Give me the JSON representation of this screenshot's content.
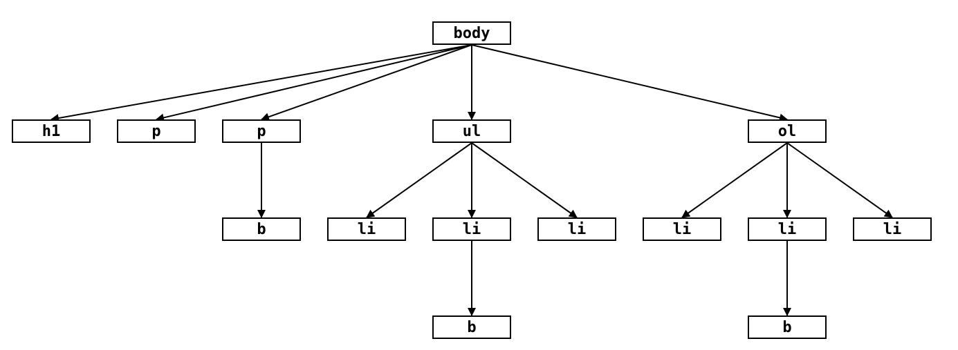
{
  "nodes": {
    "body": "body",
    "h1": "h1",
    "p1": "p",
    "p2": "p",
    "ul": "ul",
    "ol": "ol",
    "p2_b": "b",
    "ul_li1": "li",
    "ul_li2": "li",
    "ul_li3": "li",
    "ol_li1": "li",
    "ol_li2": "li",
    "ol_li3": "li",
    "ul_li2_b": "b",
    "ol_li2_b": "b"
  },
  "edges": [
    [
      "body",
      "h1"
    ],
    [
      "body",
      "p1"
    ],
    [
      "body",
      "p2"
    ],
    [
      "body",
      "ul"
    ],
    [
      "body",
      "ol"
    ],
    [
      "p2",
      "p2_b"
    ],
    [
      "ul",
      "ul_li1"
    ],
    [
      "ul",
      "ul_li2"
    ],
    [
      "ul",
      "ul_li3"
    ],
    [
      "ul_li2",
      "ul_li2_b"
    ],
    [
      "ol",
      "ol_li1"
    ],
    [
      "ol",
      "ol_li2"
    ],
    [
      "ol",
      "ol_li3"
    ],
    [
      "ol_li2",
      "ol_li2_b"
    ]
  ],
  "colors": {
    "stroke": "#000000",
    "background": "#ffffff"
  }
}
